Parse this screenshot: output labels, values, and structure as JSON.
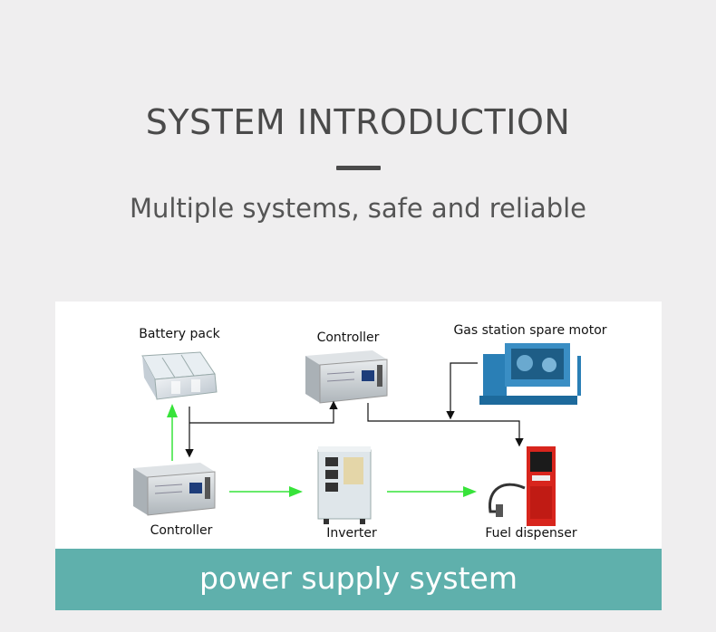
{
  "header": {
    "title": "SYSTEM INTRODUCTION",
    "subtitle": "Multiple systems, safe and reliable"
  },
  "diagram": {
    "nodes": {
      "battery_pack": "Battery pack",
      "controller_top": "Controller",
      "spare_motor": "Gas station spare motor",
      "controller_bottom": "Controller",
      "inverter": "Inverter",
      "fuel_dispenser": "Fuel dispenser"
    },
    "colors": {
      "green_arrow": "#37e33a",
      "black_arrow": "#111111",
      "banner": "#5fb0ac"
    }
  },
  "banner": {
    "label": "power supply system"
  }
}
